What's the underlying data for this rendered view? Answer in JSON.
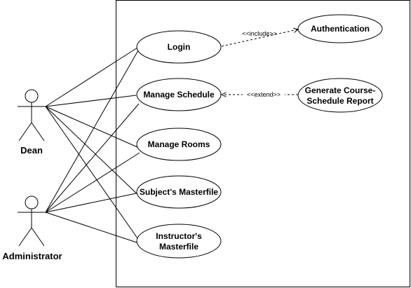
{
  "actors": {
    "dean": "Dean",
    "administrator": "Administrator"
  },
  "use_cases": {
    "login": "Login",
    "manage_schedule": "Manage Schedule",
    "manage_rooms": "Manage Rooms",
    "subjects_masterfile": "Subject's Masterfile",
    "instructors_masterfile_line1": "Instructor's",
    "instructors_masterfile_line2": "Masterfile",
    "authentication": "Authentication",
    "generate_report_line1": "Generate Course-",
    "generate_report_line2": "Schedule Report"
  },
  "relationships": {
    "include": "<<include>>",
    "extend": "<<extend>>"
  }
}
